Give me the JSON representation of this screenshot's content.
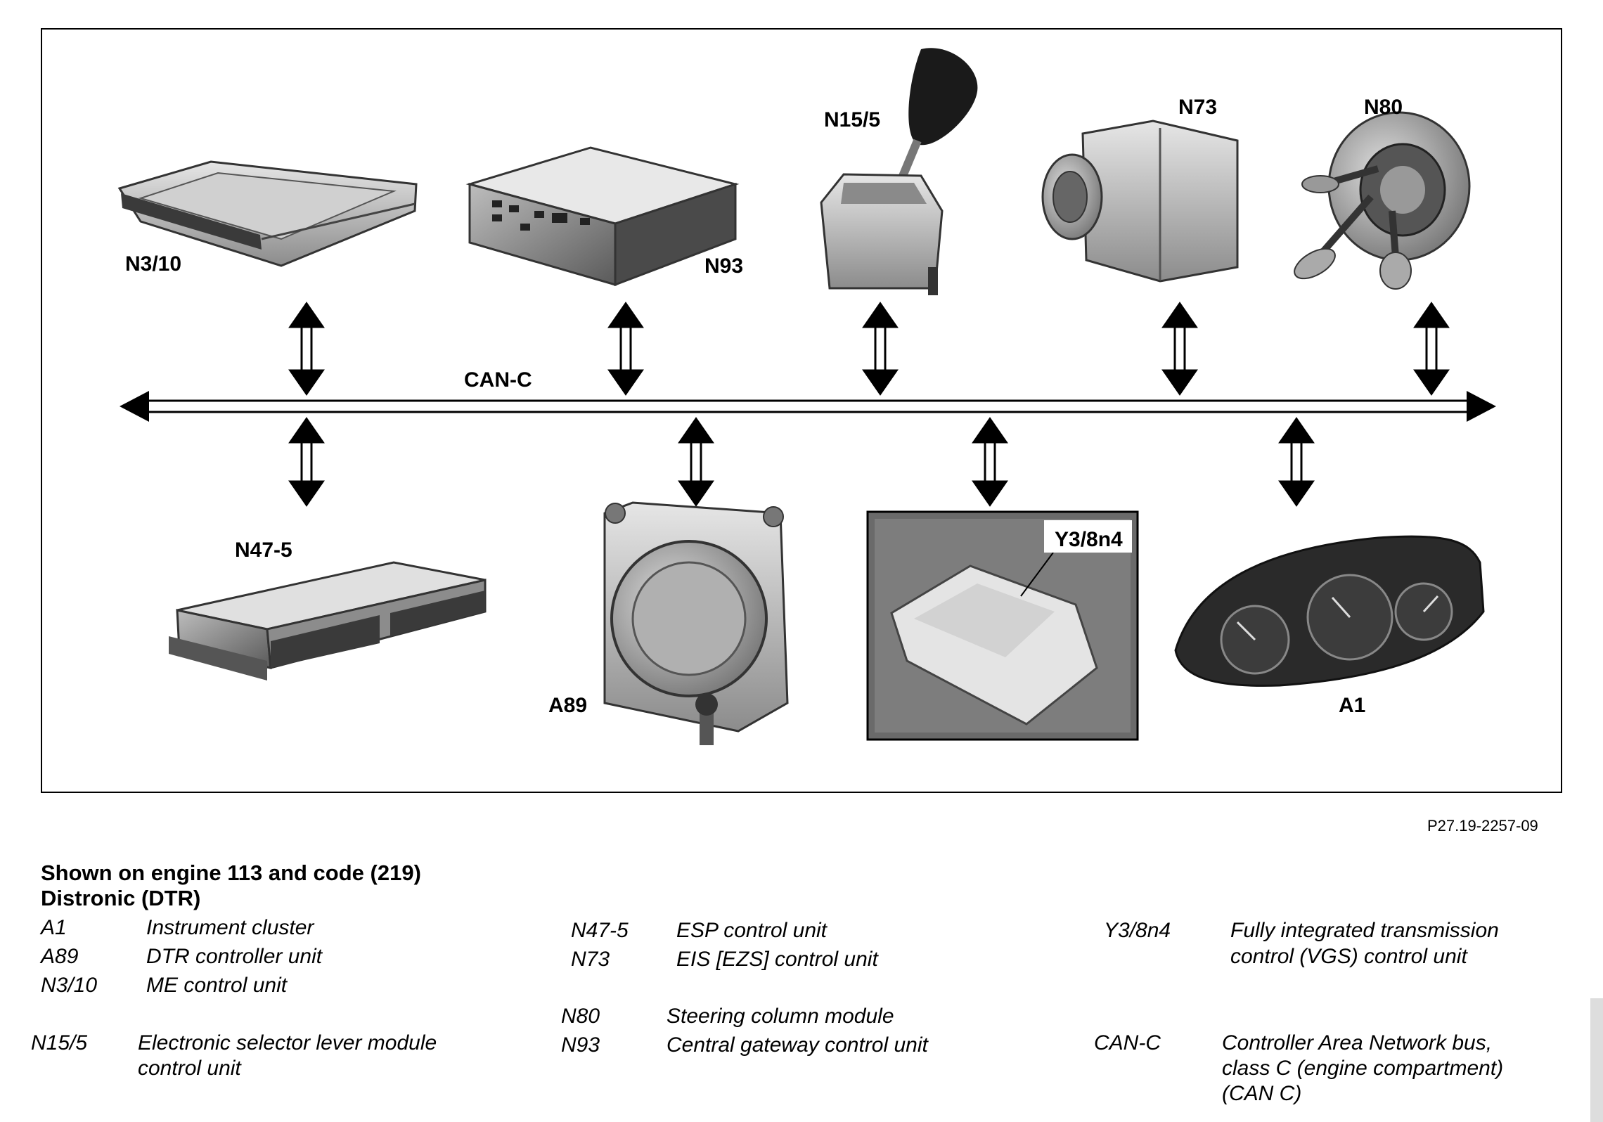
{
  "diagram": {
    "bus_label": "CAN-C",
    "components": {
      "n3_10": "N3/10",
      "n93": "N93",
      "n15_5": "N15/5",
      "n73": "N73",
      "n80": "N80",
      "n47_5": "N47-5",
      "a89": "A89",
      "y3_8n4": "Y3/8n4",
      "a1": "A1"
    }
  },
  "reference_code": "P27.19-2257-09",
  "legend": {
    "heading_line1": "Shown on engine 113 and code (219)",
    "heading_line2": "Distronic (DTR)",
    "items": [
      {
        "code": "A1",
        "text": "Instrument cluster"
      },
      {
        "code": "A89",
        "text": "DTR controller unit"
      },
      {
        "code": "N3/10",
        "text": "ME control unit"
      },
      {
        "code": "N15/5",
        "text": "Electronic selector lever module",
        "text2": "control unit"
      },
      {
        "code": "N47-5",
        "text": "ESP control unit"
      },
      {
        "code": "N73",
        "text": "EIS [EZS] control unit"
      },
      {
        "code": "N80",
        "text": "Steering column module"
      },
      {
        "code": "N93",
        "text": "Central gateway control unit"
      },
      {
        "code": "Y3/8n4",
        "text": "Fully integrated transmission",
        "text2": "control (VGS) control unit"
      },
      {
        "code": "CAN-C",
        "text": "Controller Area Network bus,",
        "text2": "class C (engine compartment)",
        "text3": "(CAN C)"
      }
    ]
  }
}
